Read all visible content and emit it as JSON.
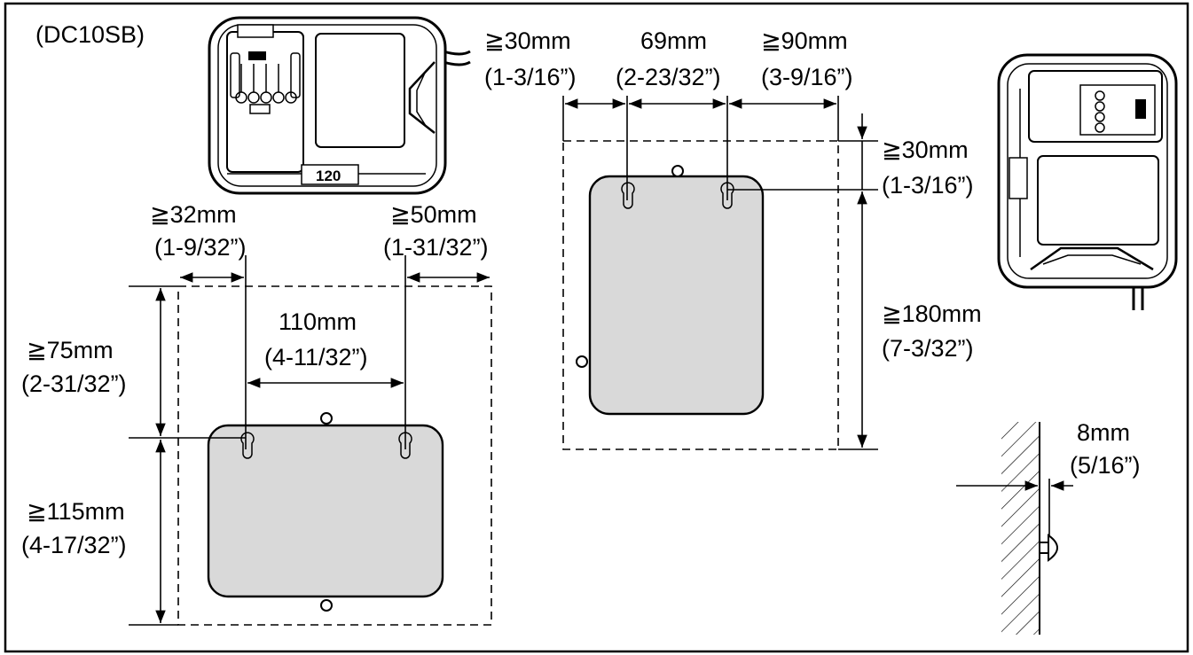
{
  "model": "(DC10SB)",
  "charger_badge": "120",
  "horizontal": {
    "left_clearance": {
      "mm": "≧32mm",
      "inch": "(1-9/32”)"
    },
    "right_clearance": {
      "mm": "≧50mm",
      "inch": "(1-31/32”)"
    },
    "hole_pitch": {
      "mm": "110mm",
      "inch": "(4-11/32”)"
    },
    "top_clearance": {
      "mm": "≧75mm",
      "inch": "(2-31/32”)"
    },
    "bottom_clearance": {
      "mm": "≧115mm",
      "inch": "(4-17/32”)"
    }
  },
  "vertical": {
    "left_clearance": {
      "mm": "≧30mm",
      "inch": "(1-3/16”)"
    },
    "hole_pitch": {
      "mm": "69mm",
      "inch": "(2-23/32”)"
    },
    "right_clearance": {
      "mm": "≧90mm",
      "inch": "(3-9/16”)"
    },
    "top_clearance": {
      "mm": "≧30mm",
      "inch": "(1-3/16”)"
    },
    "bottom_clearance": {
      "mm": "≧180mm",
      "inch": "(7-3/32”)"
    }
  },
  "screw_protrusion": {
    "mm": "8mm",
    "inch": "(5/16”)"
  }
}
